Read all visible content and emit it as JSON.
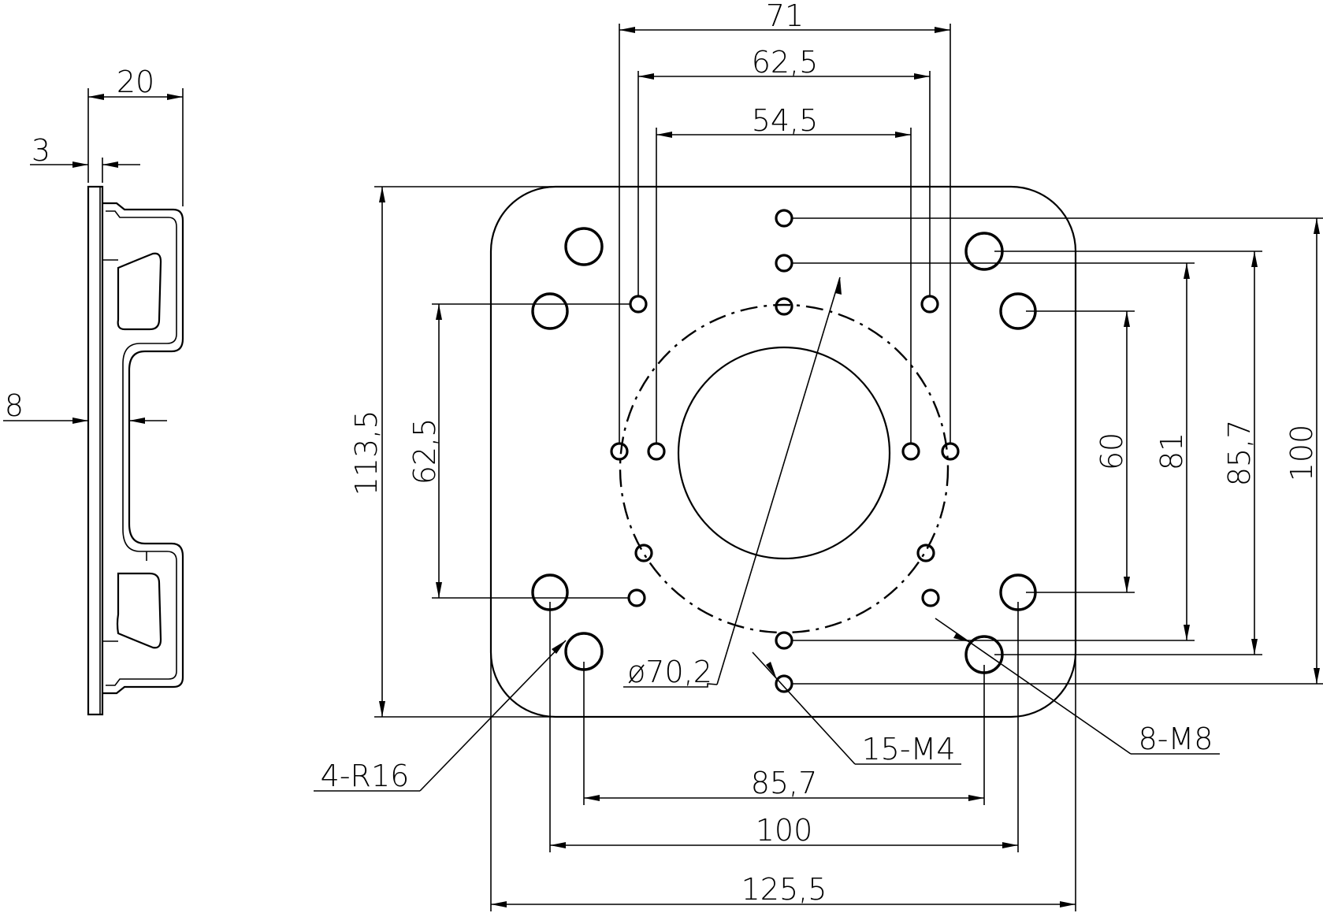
{
  "side_view": {
    "dim_width": "20",
    "dim_flange": "3",
    "dim_thickness": "8"
  },
  "plate": {
    "dim_top_71": "71",
    "dim_top_62_5": "62,5",
    "dim_top_54_5": "54,5",
    "dim_height_113_5": "113,5",
    "dim_left_62_5": "62,5",
    "dim_right_60": "60",
    "dim_right_81": "81",
    "dim_right_85_7": "85,7",
    "dim_right_100": "100",
    "dim_bottom_85_7": "85,7",
    "dim_bottom_100": "100",
    "dim_bottom_125_5": "125,5",
    "label_diameter": "ø70,2",
    "label_corner_radius": "4-R16",
    "label_m4": "15-M4",
    "label_m8": "8-M8"
  }
}
